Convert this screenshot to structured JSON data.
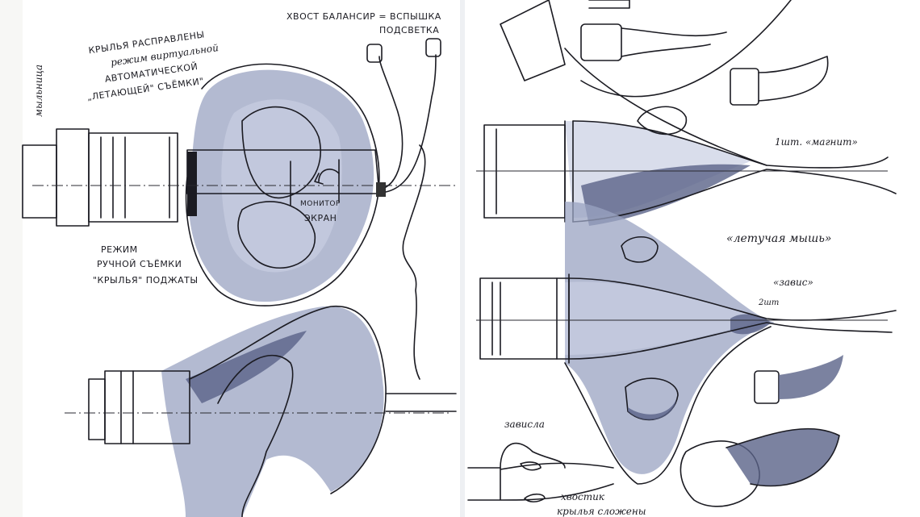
{
  "left_page": {
    "wings_open_note": [
      "КРЫЛЬЯ РАСПРАВЛЕНЫ",
      "режим виртуальной",
      "АВТОМАТИЧЕСКОЙ",
      "„ЛЕТАЮЩЕЙ\" СЪЁМКИ\""
    ],
    "tail_note": [
      "ХВОСТ БАЛАНСИР = ВСПЫШКА",
      "ПОДСВЕТКА"
    ],
    "monitor_label": "МОНИТОР",
    "screen_label": "ЭКРАН",
    "manual_mode_note": [
      "РЕЖИМ",
      "РУЧНОЙ СЪЁМКИ",
      "\"КРЫЛЬЯ\" ПОДЖАТЫ"
    ],
    "side_label": "мыльница"
  },
  "right_page": {
    "magnet_note": "1шт. «магнит»",
    "bat_note": "«летучая мышь»",
    "hover_note": "«завис»",
    "hover_count": "2шт",
    "hovered_note": "зависла",
    "folded_note": [
      "хвостик",
      "крылья сложены"
    ]
  },
  "colors": {
    "ink": "#1b1b22",
    "marker": "#9aa3c2",
    "paper": "#ffffff"
  }
}
